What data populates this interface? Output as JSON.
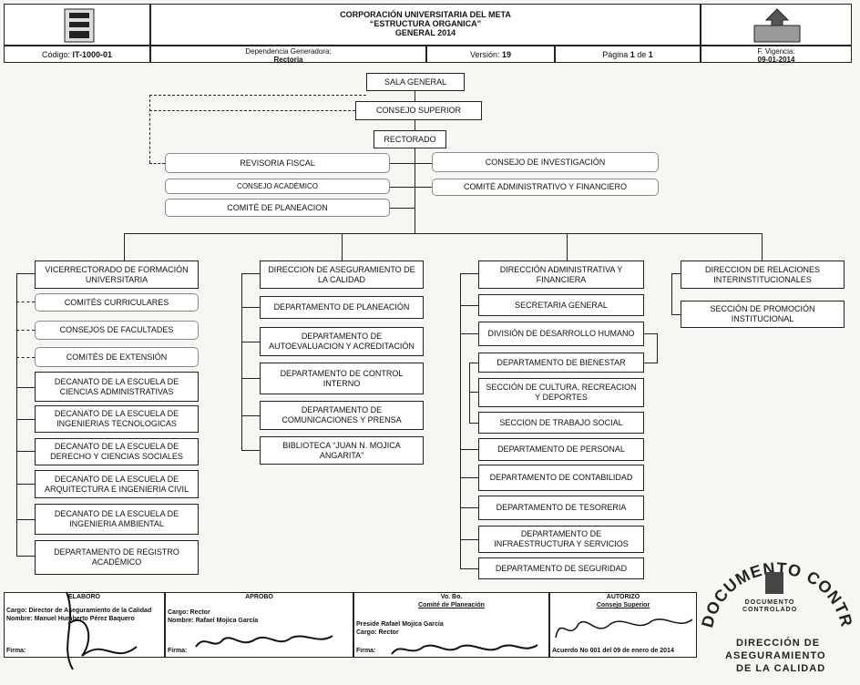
{
  "header": {
    "code_label": "Código:",
    "code_value": "IT-1000-01",
    "title_line1": "CORPORACIÓN UNIVERSITARIA DEL META",
    "title_line2": "“ESTRUCTURA ORGANICA”",
    "title_line3": "GENERAL 2014",
    "dependency_label": "Dependencia Generadora:",
    "dependency_value": "Rectoria",
    "version_label": "Versión:",
    "version_value": "19",
    "page_label": "Página",
    "page_current": "1",
    "page_of": "de",
    "page_total": "1",
    "validity_label": "F. Vigencia:",
    "validity_value": "09-01-2014"
  },
  "org": {
    "sala_general": "SALA GENERAL",
    "consejo_superior": "CONSEJO SUPERIOR",
    "rectorado": "RECTORADO",
    "revisoria_fiscal": "REVISORIA FISCAL",
    "consejo_investigacion": "CONSEJO DE INVESTIGACIÓN",
    "consejo_academico": "CONSEJO ACADÉMICO",
    "comite_admin": "COMITÉ ADMINISTRATIVO Y FINANCIERO",
    "comite_planeacion": "COMITÉ DE PLANEACION",
    "col1": {
      "head": "VICERRECTORADO DE FORMACIÓN UNIVERSITARIA",
      "items": [
        "COMITÉS CURRICULARES",
        "CONSEJOS DE FACULTADES",
        "COMITÉS DE EXTENSIÓN",
        "DECANATO DE LA ESCUELA DE CIENCIAS ADMINISTRATIVAS",
        "DECANATO DE LA ESCUELA DE INGENIERIAS TECNOLOGICAS",
        "DECANATO DE LA ESCUELA DE DERECHO Y CIENCIAS SOCIALES",
        "DECANATO DE LA ESCUELA DE ARQUITECTURA E INGENIERIA CIVIL",
        "DECANATO DE LA ESCUELA DE INGENIERIA AMBIENTAL",
        "DEPARTAMENTO DE REGISTRO ACADÉMICO"
      ]
    },
    "col2": {
      "head": "DIRECCION DE ASEGURAMIENTO DE LA CALIDAD",
      "items": [
        "DEPARTAMENTO DE PLANEACIÓN",
        "DEPARTAMENTO DE AUTOEVALUACION Y ACREDITACIÓN",
        "DEPARTAMENTO DE CONTROL INTERNO",
        "DEPARTAMENTO DE COMUNICACIONES Y PRENSA",
        "BIBLIOTECA “JUAN N. MOJICA ANGARITA”"
      ]
    },
    "col3": {
      "head": "DIRECCIÓN ADMINISTRATIVA Y FINANCIERA",
      "items": [
        "SECRETARIA GENERAL",
        "DIVISIÓN DE DESARROLLO HUMANO",
        "DEPARTAMENTO DE BIENESTAR",
        "SECCIÓN DE CULTURA, RECREACION Y DEPORTES",
        "SECCION DE TRABAJO SOCIAL",
        "DEPARTAMENTO DE PERSONAL",
        "DEPARTAMENTO DE CONTABILIDAD",
        "DEPARTAMENTO DE TESORERIA",
        "DEPARTAMENTO DE INFRAESTRUCTURA Y SERVICIOS",
        "DEPARTAMENTO DE SEGURIDAD"
      ]
    },
    "col4": {
      "head": "DIRECCION DE RELACIONES INTERINSTITUCIONALES",
      "items": [
        "SECCIÓN DE PROMOCIÓN INSTITUCIONAL"
      ]
    }
  },
  "footer": {
    "elaboro_title": "ELABORÓ",
    "elaboro_cargo": "Cargo: Director de Aseguramiento de la Calidad",
    "elaboro_nombre": "Nombre: Manuel Humberto Pérez Baquero",
    "elaboro_firma": "Firma:",
    "aprobo_title": "APROBÓ",
    "aprobo_cargo": "Cargo: Rector",
    "aprobo_nombre": "Nombre: Rafael Mojica García",
    "aprobo_firma": "Firma:",
    "vobo_title": "Vo. Bo.",
    "vobo_sub": "Comité de Planeación",
    "vobo_preside": "Preside Rafael Mojica García",
    "vobo_cargo": "Cargo: Rector",
    "vobo_firma": "Firma:",
    "autorizo_title": "AUTORIZÓ",
    "autorizo_sub": "Consejo Superior",
    "autorizo_acuerdo": "Acuerdo No 001 del 09 de enero de 2014"
  },
  "stamp": {
    "arc_text": "DOCUMENTO CONTROLADO",
    "inner_text": "DOCUMENTO CONTROLADO",
    "dept_line1": "DIRECCIÓN DE",
    "dept_line2": "ASEGURAMIENTO",
    "dept_line3": "DE LA CALIDAD"
  }
}
